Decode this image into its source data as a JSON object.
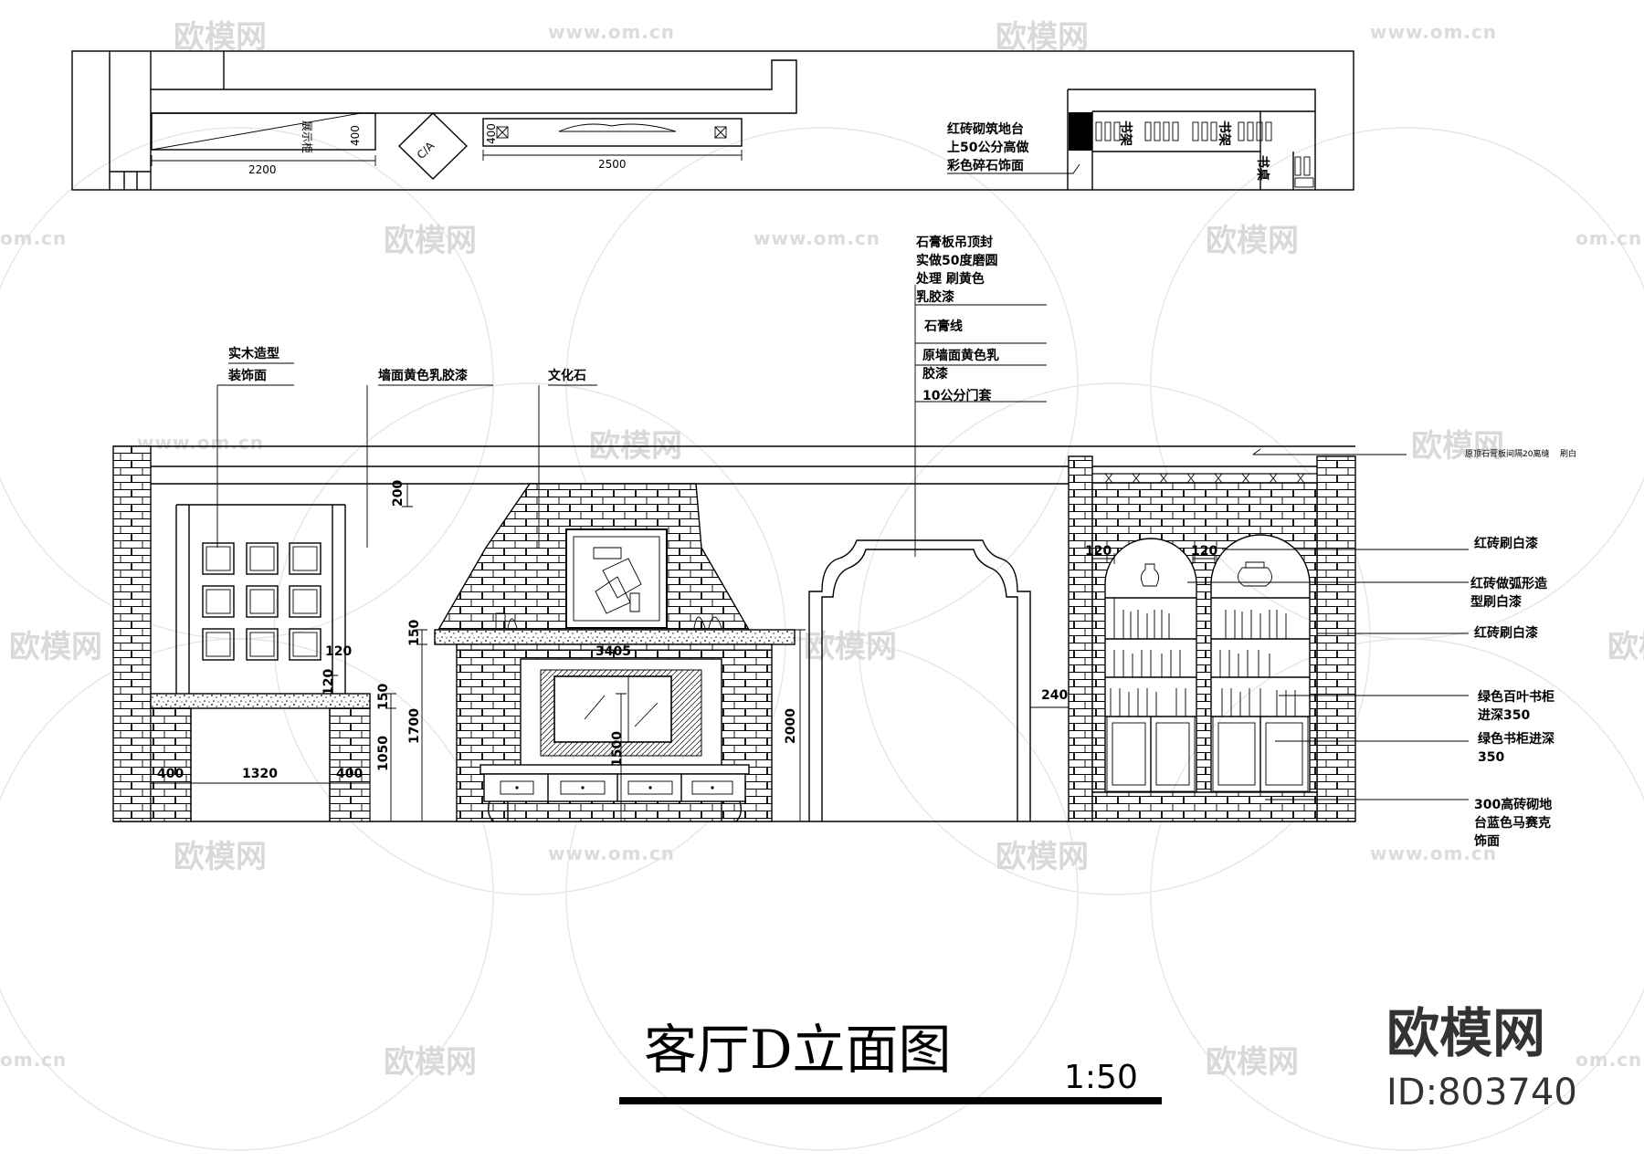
{
  "drawing": {
    "title": "客厅D立面图",
    "scale": "1:50",
    "brand_name": "欧模网",
    "brand_id": "ID:803740",
    "watermark": {
      "logo_text": "欧模网",
      "url": "www.om.cn",
      "url_short": "om.cn"
    }
  },
  "plan": {
    "display_cabinet_label": "展示柜",
    "dim_width_left": "2200",
    "dim_depth_left": "400",
    "dim_width_tv": "2500",
    "dim_depth_tv": "400",
    "hearth_note": [
      "红砖砌筑地台",
      "上50公分高做",
      "彩色碎石饰面"
    ],
    "bookshelf_label_1": "书架",
    "bookshelf_label_2": "书架",
    "desk_label": "书桌"
  },
  "annotations": {
    "wood_panel": [
      "实木造型",
      "装饰面"
    ],
    "wall_paint": "墙面黄色乳胶漆",
    "culture_stone": "文化石",
    "ceiling": [
      "石膏板吊顶封",
      "实做50度磨圆",
      "处理 刷黄色",
      "乳胶漆"
    ],
    "plaster_line": "石膏线",
    "orig_wall": [
      "原墙面黄色乳",
      "胶漆"
    ],
    "door_trim": "10公分门套",
    "ceiling_small": [
      "原顶石膏板间隔20离缝",
      "刷白"
    ],
    "brick_white_1": "红砖刷白漆",
    "brick_arch": [
      "红砖做弧形造",
      "型刷白漆"
    ],
    "brick_white_2": "红砖刷白漆",
    "green_louver": [
      "绿色百叶书柜",
      "进深350"
    ],
    "green_cabinet": [
      "绿色书柜进深",
      "350"
    ],
    "platform": [
      "300高砖砌地",
      "台蓝色马赛克",
      "饰面"
    ]
  },
  "dimensions": {
    "d200": "200",
    "d120a": "120",
    "d120b": "120",
    "d150a": "150",
    "d150b": "150",
    "d1700": "1700",
    "d1050": "1050",
    "d400a": "400",
    "d1320": "1320",
    "d400b": "400",
    "d3405": "3405",
    "d1500": "1500",
    "d2000": "2000",
    "d240": "240",
    "d120c": "120",
    "d120d": "120"
  }
}
